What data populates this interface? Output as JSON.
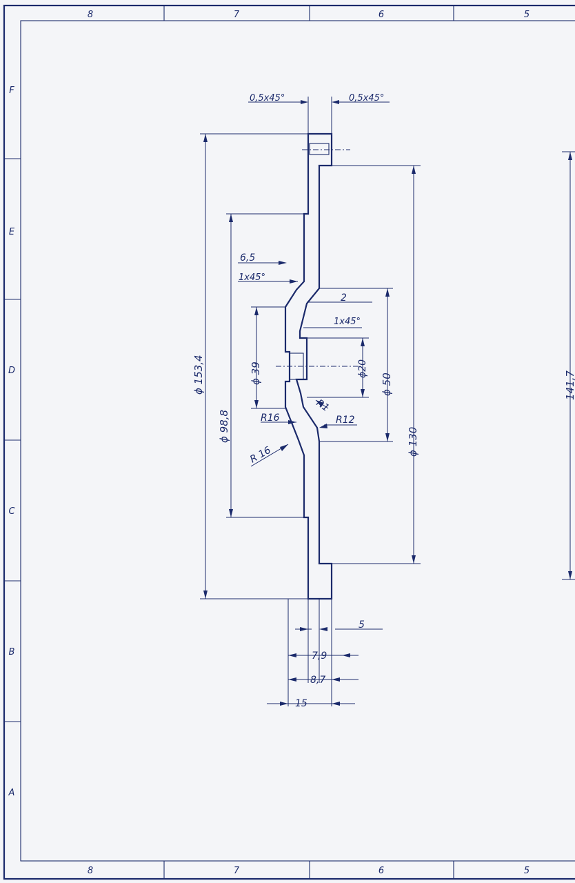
{
  "frame": {
    "column_labels_top": [
      "8",
      "7",
      "6",
      "5"
    ],
    "column_labels_bottom": [
      "8",
      "7",
      "6",
      "5"
    ],
    "row_labels": [
      "F",
      "E",
      "D",
      "C",
      "B",
      "A"
    ]
  },
  "dimensions": {
    "chamfer_left": "0,5x45°",
    "chamfer_right": "0,5x45°",
    "d_153_4": "ϕ 153,4",
    "d_98_8": "ϕ 98,8",
    "d_39": "ϕ 39",
    "d_20": "ϕ20",
    "d_50": "ϕ 50",
    "d_130": "ϕ 130",
    "d_141_7": "141,7",
    "w_6_5": "6,5",
    "chamfer_1x45_a": "1x45°",
    "dim_2": "2",
    "chamfer_1x45_b": "1x45°",
    "r1": "R1",
    "r16_a": "R16",
    "r16_b": "R 16",
    "r12": "R12",
    "w_5": "5",
    "w_7_9": "7,9",
    "w_8_7": "8,7",
    "w_15": "15"
  },
  "colors": {
    "ink": "#1b2a6b",
    "paper": "#f4f5f8"
  }
}
